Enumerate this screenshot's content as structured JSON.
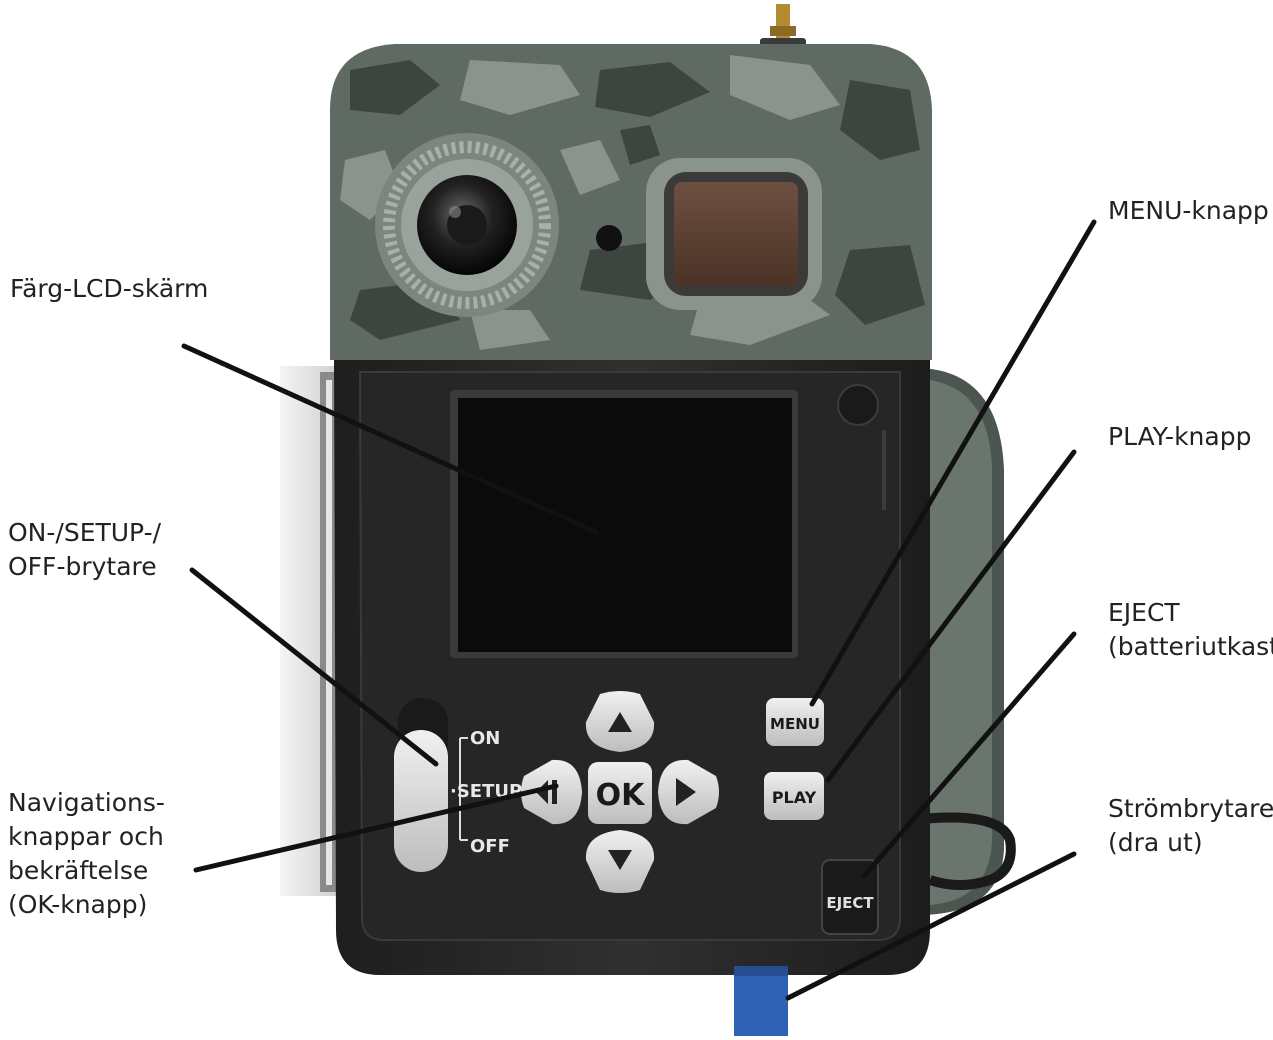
{
  "labels": {
    "lcd": "Färg-LCD-skärm",
    "switch": "ON-/SETUP-/\nOFF-brytare",
    "nav": "Navigations-\nknappar och\nbekräftelse\n(OK-knapp)",
    "menu": "MENU-knapp",
    "play": "PLAY-knapp",
    "eject": "EJECT\n(batteriutkast)",
    "power": "Strömbrytare\n(dra ut)"
  },
  "device": {
    "switch_on": "ON",
    "switch_setup": "·SETUP",
    "switch_off": "OFF",
    "ok": "OK",
    "menu": "MENU",
    "play": "PLAY",
    "eject": "EJECT"
  },
  "colors": {
    "camo_base": "#5f6a63",
    "housing": "#2a2a2a",
    "screen": "#0b0b0b",
    "button_light": "#dcdcdc",
    "leader": "#111111",
    "power_tab": "#2f62b5"
  }
}
